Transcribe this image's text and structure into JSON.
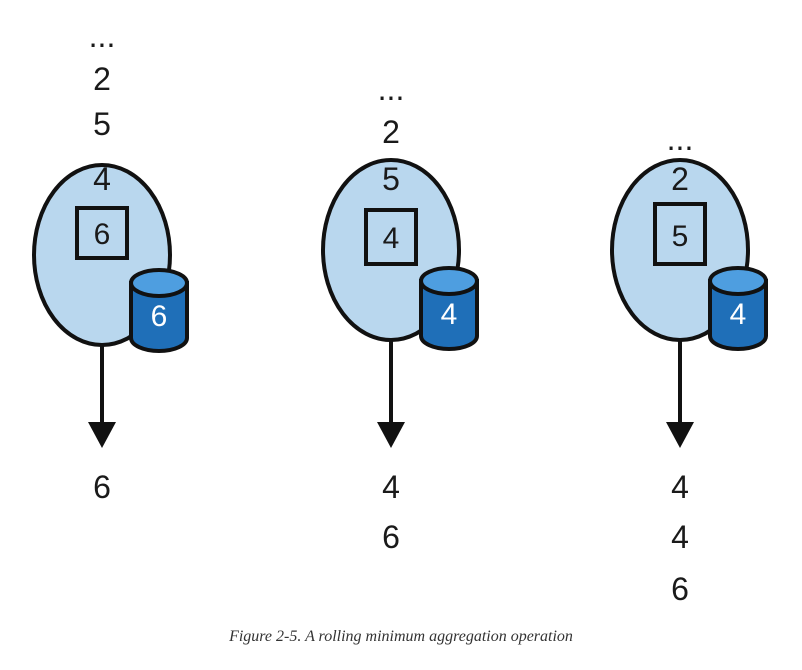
{
  "caption": "Figure 2-5. A rolling minimum aggregation operation",
  "colors": {
    "operator_fill": "#b9d7ee",
    "store_fill": "#1f6fb8",
    "store_top": "#4e9ee0",
    "stroke": "#111111"
  },
  "stages": [
    {
      "input": [
        "...",
        "2",
        "5",
        "4"
      ],
      "current": "6",
      "state": "6",
      "output": [
        "6"
      ]
    },
    {
      "input": [
        "...",
        "2",
        "5"
      ],
      "current": "4",
      "state": "4",
      "output": [
        "4",
        "6"
      ]
    },
    {
      "input": [
        "...",
        "2"
      ],
      "current": "5",
      "state": "4",
      "output": [
        "4",
        "4",
        "6"
      ]
    }
  ]
}
